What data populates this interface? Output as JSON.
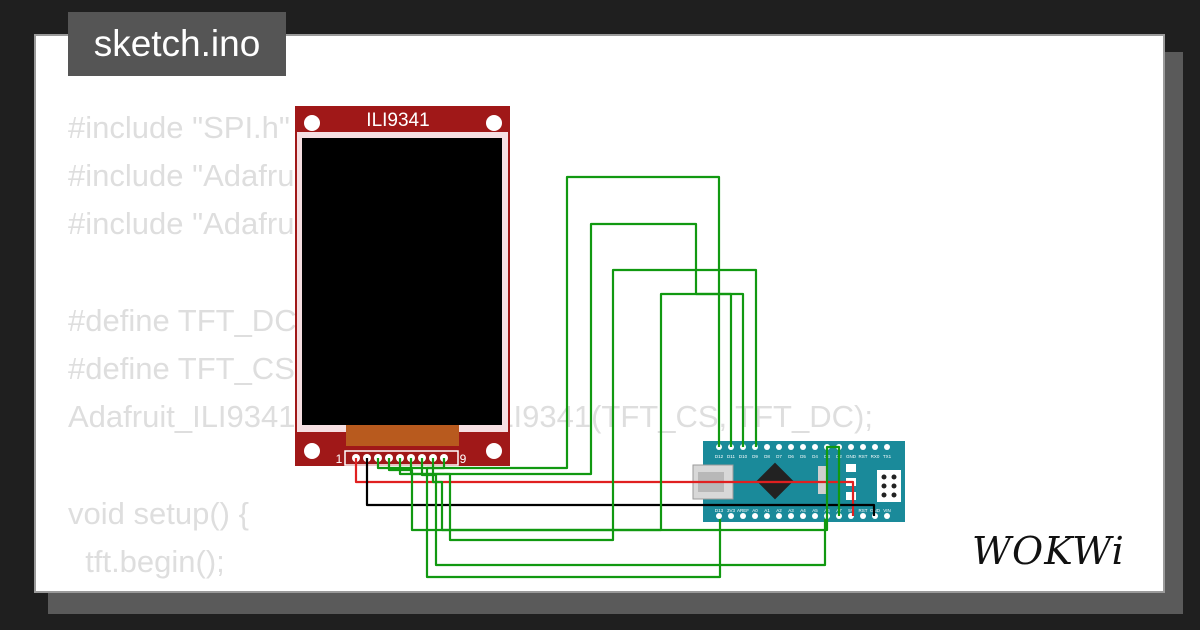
{
  "tab": {
    "filename": "sketch.ino"
  },
  "code": {
    "lines": [
      "#include \"SPI.h\"",
      "#include \"Adafruit_GFX.h\"",
      "#include \"Adafruit_ILI9341.h\"",
      "",
      "#define TFT_DC 9",
      "#define TFT_CS 10",
      "Adafruit_ILI9341 tft = Adafruit_ILI9341(TFT_CS, TFT_DC);",
      "",
      "void setup() {",
      "  tft.begin();"
    ]
  },
  "display": {
    "label": "ILI9341",
    "pin_first": "1",
    "pin_last": "9"
  },
  "arduino": {
    "top_pins": [
      "D12",
      "D11",
      "D10",
      "D9",
      "D8",
      "D7",
      "D6",
      "D5",
      "D4",
      "D3",
      "D2",
      "GND",
      "RST",
      "RX0",
      "TX1"
    ],
    "bottom_pins": [
      "D13",
      "3V3",
      "AREF",
      "A0",
      "A1",
      "A2",
      "A3",
      "A4",
      "A5",
      "A6",
      "A7",
      "5V",
      "RST",
      "GND",
      "VIN"
    ]
  },
  "brand": {
    "name": "WOKWi"
  },
  "colors": {
    "background": "#1f1f1f",
    "card": "#ffffff",
    "code_text": "#dedede",
    "tab_bg": "#555555",
    "display_board": "#a01818",
    "arduino_board": "#1a8a9a",
    "wire_green": "#119911",
    "wire_red": "#e02020",
    "wire_black": "#000000"
  }
}
